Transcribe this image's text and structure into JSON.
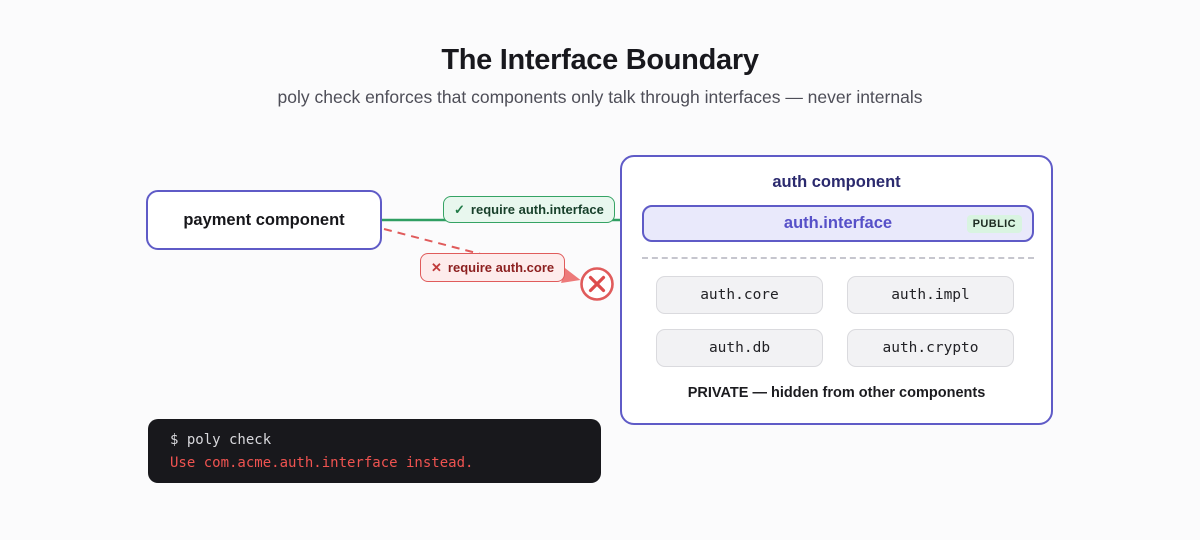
{
  "header": {
    "title": "The Interface Boundary",
    "subtitle": "poly check enforces that components only talk through interfaces — never internals"
  },
  "payment_component": {
    "label": "payment component"
  },
  "auth_component": {
    "title": "auth component",
    "interface": {
      "label": "auth.interface",
      "badge": "PUBLIC"
    },
    "private_modules": [
      "auth.core",
      "auth.impl",
      "auth.db",
      "auth.crypto"
    ],
    "private_note": "PRIVATE — hidden from other components"
  },
  "edges": {
    "allowed": {
      "icon": "✓",
      "label": "require auth.interface"
    },
    "blocked": {
      "icon": "✕",
      "label": "require auth.core"
    }
  },
  "terminal": {
    "command": "$ poly check",
    "output": "Use com.acme.auth.interface instead."
  },
  "colors": {
    "indigo_border": "#5f5bc7",
    "navy_text": "#2b2a6e",
    "interface_bg": "#e9e9fb",
    "interface_text": "#5650c8",
    "public_badge_bg": "#d9f4e1",
    "green_line": "#2f9e62",
    "green_pill_bg": "#e8f7ee",
    "green_pill_border": "#35a364",
    "red_line": "#e05b5b",
    "red_pill_bg": "#fdecec",
    "red_text": "#8c1f1f",
    "module_bg": "#f2f2f4",
    "terminal_bg": "#18181c",
    "terminal_error": "#ef5350",
    "page_bg": "#fbfbfc"
  }
}
